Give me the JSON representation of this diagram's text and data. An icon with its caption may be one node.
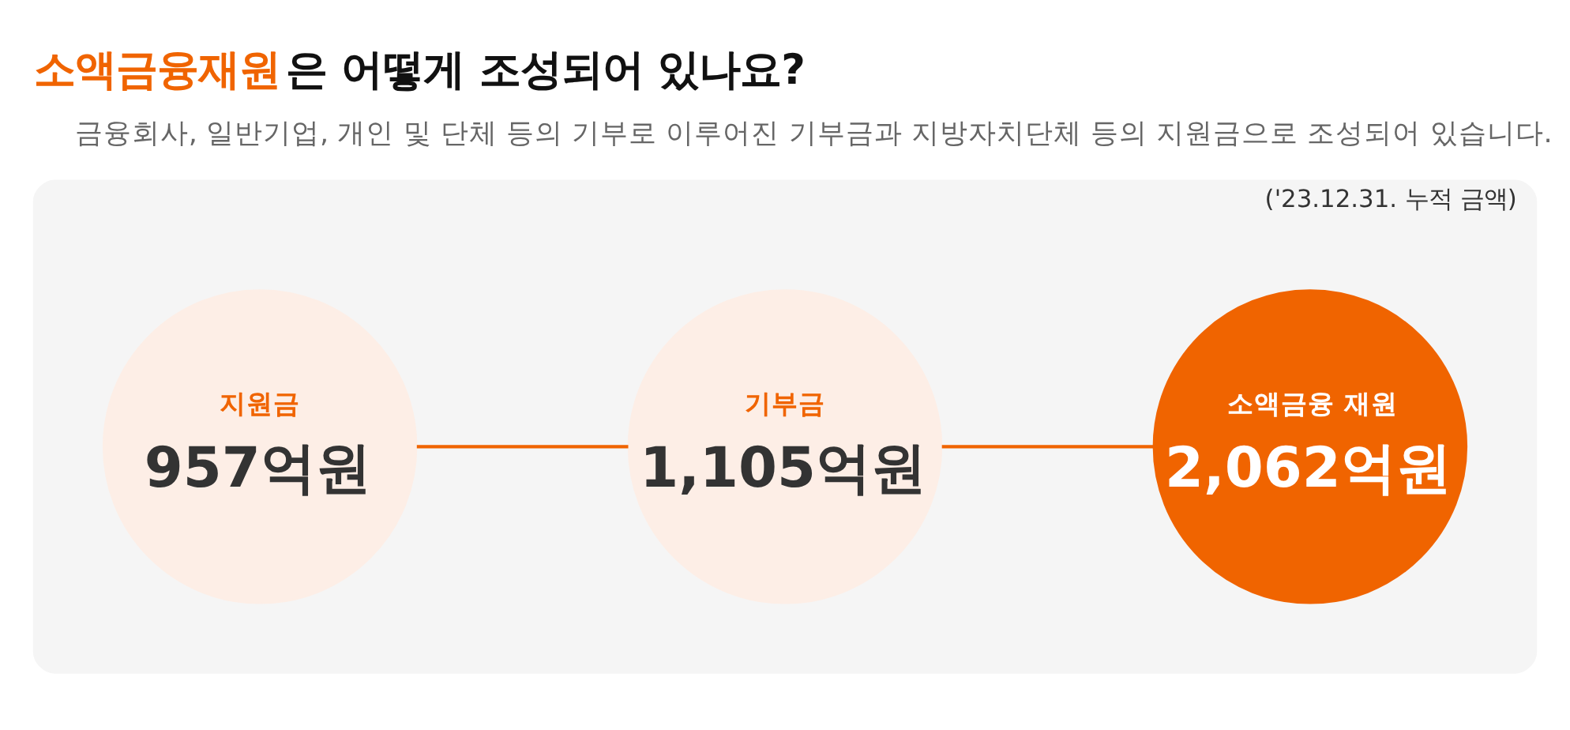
{
  "diagram": {
    "title": "**소액금융재원**은 어떻게 조성되어 있나요?",
    "nodes": [
      {
        "text": [
          "('23.12.31. 누적 금액)"
        ]
      },
      {
        "text": [
          "지원금",
          "957억원"
        ],
        "in": 0
      },
      {
        "text": [
          "기부금",
          "1,105억원"
        ],
        "in": 0
      },
      {
        "text": [
          "소액금융 재원",
          "2,062억원"
        ],
        "in": 0
      }
    ],
    "edges": [
      {
        "from": 1,
        "to": 2,
        "arrow": "none"
      },
      {
        "from": 2,
        "to": 3,
        "arrow": "none"
      }
    ],
    "labels": [
      "금융회사, 일반기업, 개인 및 단체 등의 기부로 이루어진 기부금과 지방자치단체 등의 지원금으로 조성되어 있습니다."
    ]
  }
}
